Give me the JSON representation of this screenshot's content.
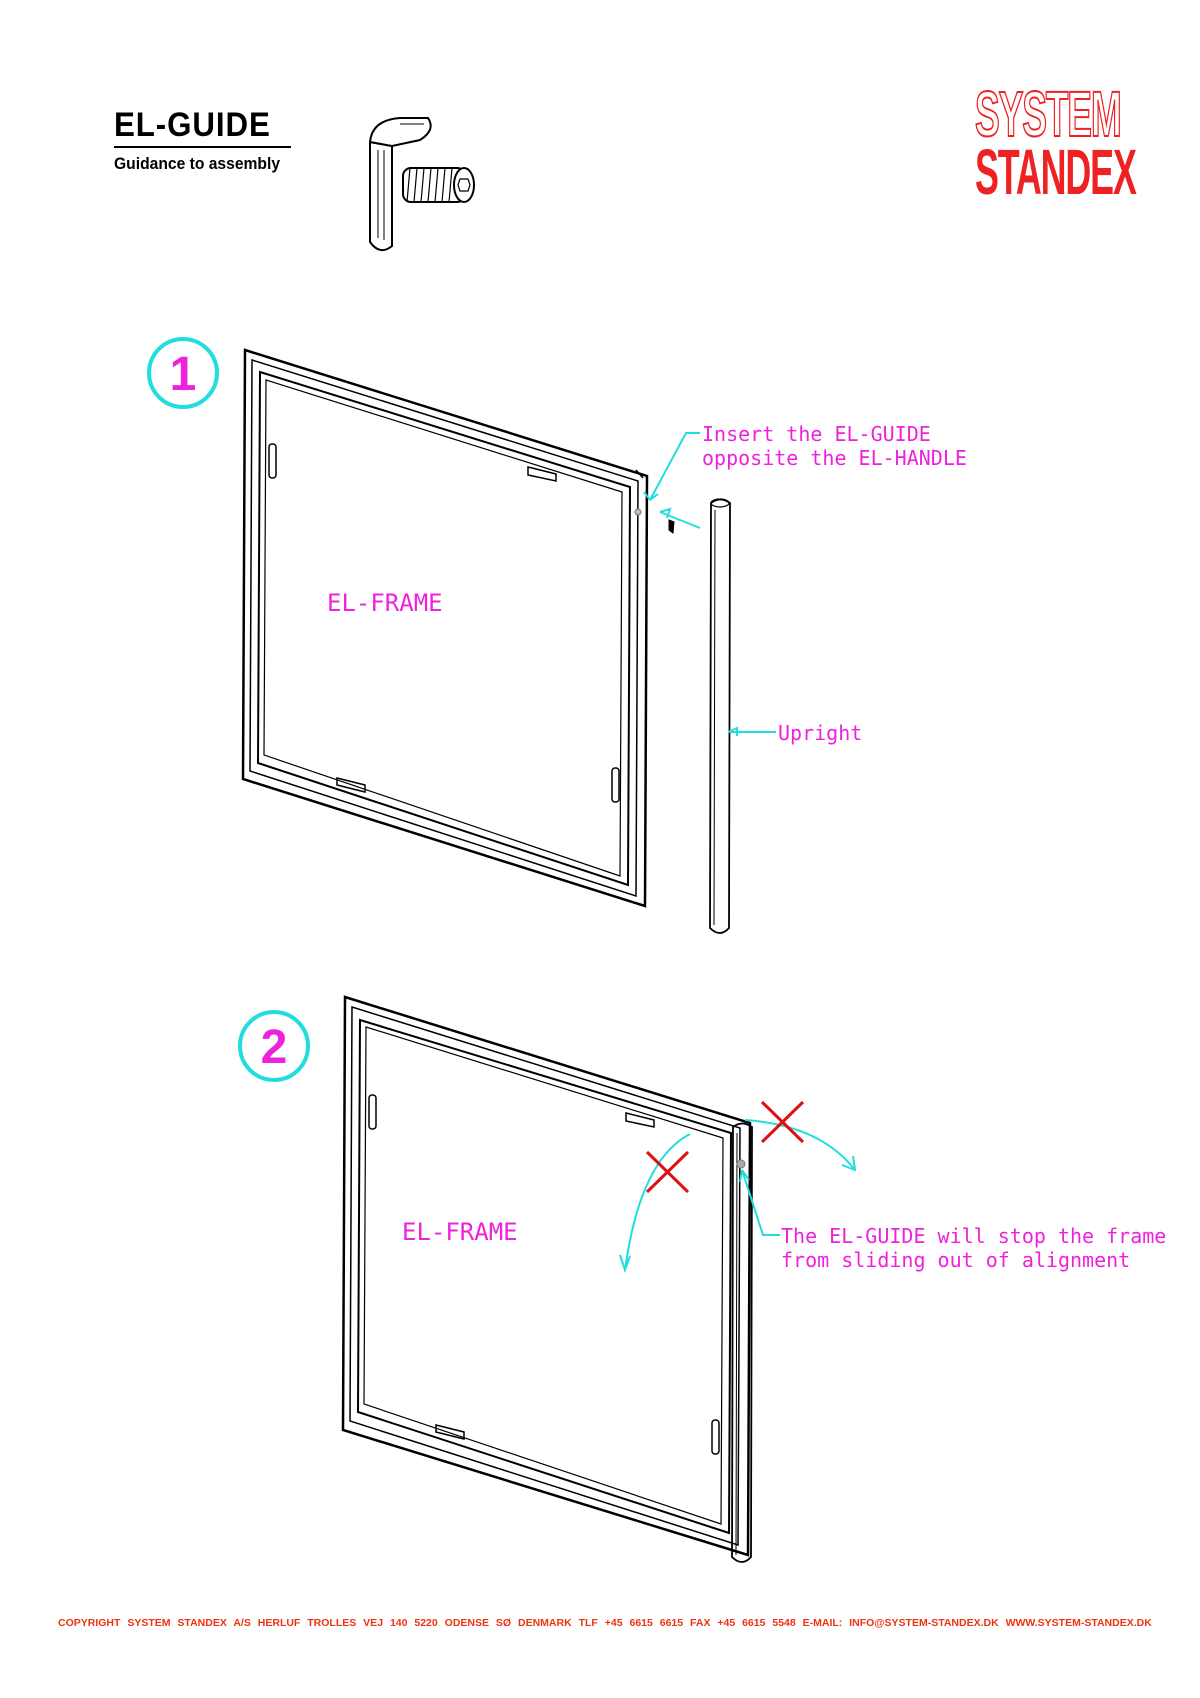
{
  "header": {
    "title": "EL-GUIDE",
    "subtitle": "Guidance to assembly"
  },
  "logo": {
    "line1": "SYSTEM",
    "line2": "STANDEX"
  },
  "step1": {
    "number": "1",
    "frame_label": "EL-FRAME",
    "callout_line1": "Insert the EL-GUIDE",
    "callout_line2": "opposite the EL-HANDLE",
    "upright_label": "Upright"
  },
  "step2": {
    "number": "2",
    "frame_label": "EL-FRAME",
    "callout_line1": "The EL-GUIDE will stop the frame",
    "callout_line2": "from sliding out of alignment"
  },
  "footer": {
    "text": "COPYRIGHT  SYSTEM STANDEX A/S  HERLUF TROLLES VEJ 140    5220 ODENSE  SØ  DENMARK   TLF +45 6615 6615   FAX +45 6615 5548   E-MAIL: INFO@SYSTEM-STANDEX.DK   WWW.SYSTEM-STANDEX.DK"
  },
  "colors": {
    "label": "#ee22dd",
    "leader": "#22dddd",
    "step1_circle": "#22dddd",
    "step2_circle": "#22dddd",
    "step1_number": "#ee22dd",
    "step2_number": "#ee22dd",
    "cross": "#dd1111",
    "logo": "#ee2222",
    "footer": "#ee3311"
  }
}
